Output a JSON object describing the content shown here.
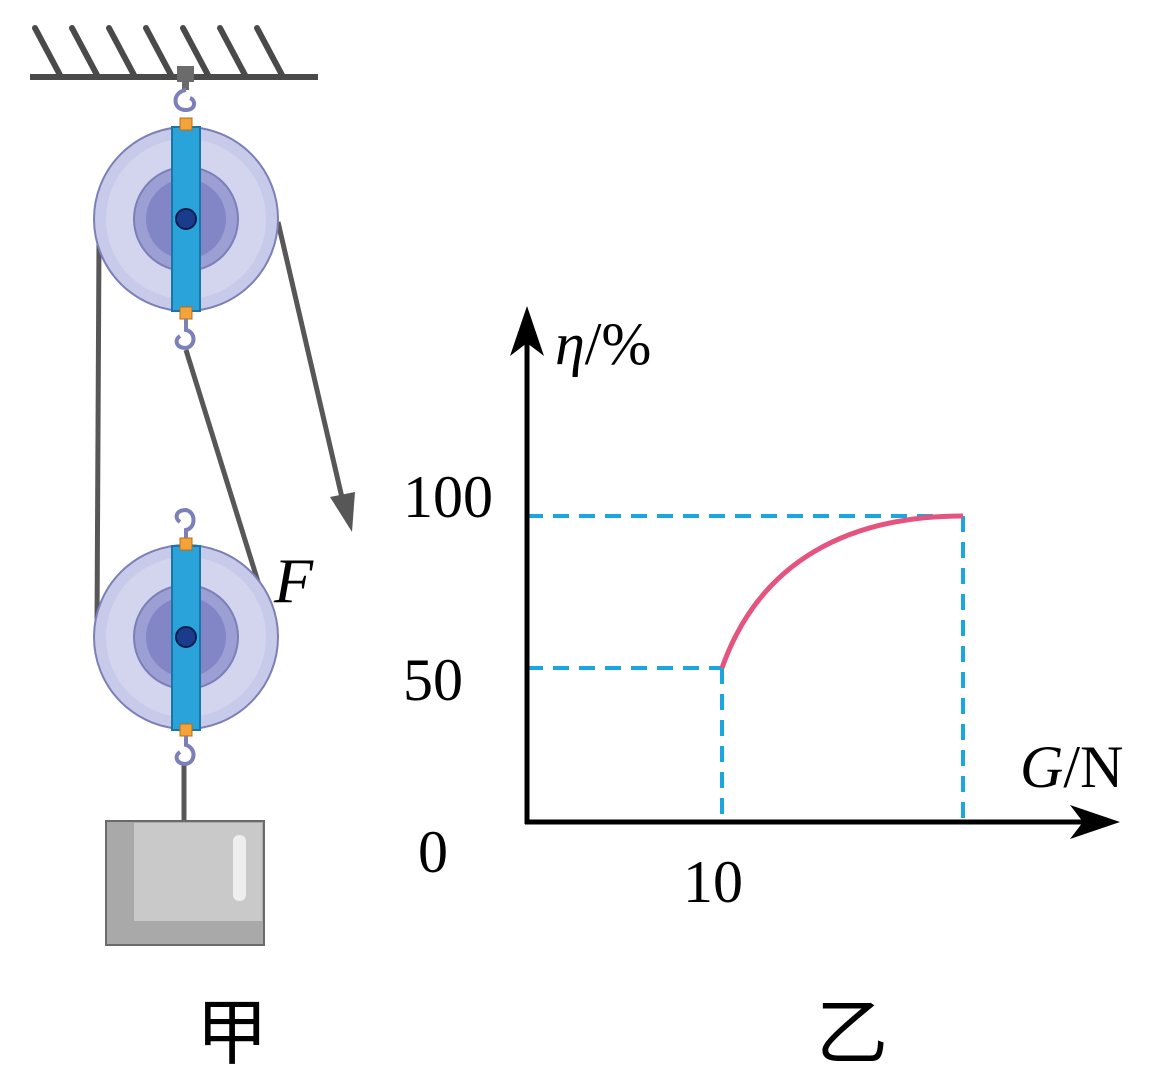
{
  "left_figure": {
    "caption": "甲",
    "force_label": "F"
  },
  "right_figure": {
    "caption": "乙",
    "y_axis_label": {
      "symbol": "η",
      "unit": "/%"
    },
    "x_axis_label": {
      "symbol": "G",
      "unit": "/N"
    },
    "origin_label": "0",
    "y_ticks": [
      "100",
      "50"
    ],
    "x_ticks": [
      "10"
    ]
  },
  "chart_data": {
    "type": "line",
    "series": [
      {
        "x_start": 10,
        "y_start": 50,
        "y_end": 100
      }
    ],
    "reference_lines": "dashed guides at η = 50 and η = 100",
    "colors": {
      "curve": "#e5547e",
      "guides": "#1aa7e0",
      "axes": "#000000"
    }
  },
  "icons": {
    "ceiling": "ceiling-hatch-icon",
    "fixed_pulley": "pulley-icon",
    "movable_pulley": "pulley-icon",
    "load": "weight-block-icon",
    "force_arrow": "arrow-icon"
  }
}
